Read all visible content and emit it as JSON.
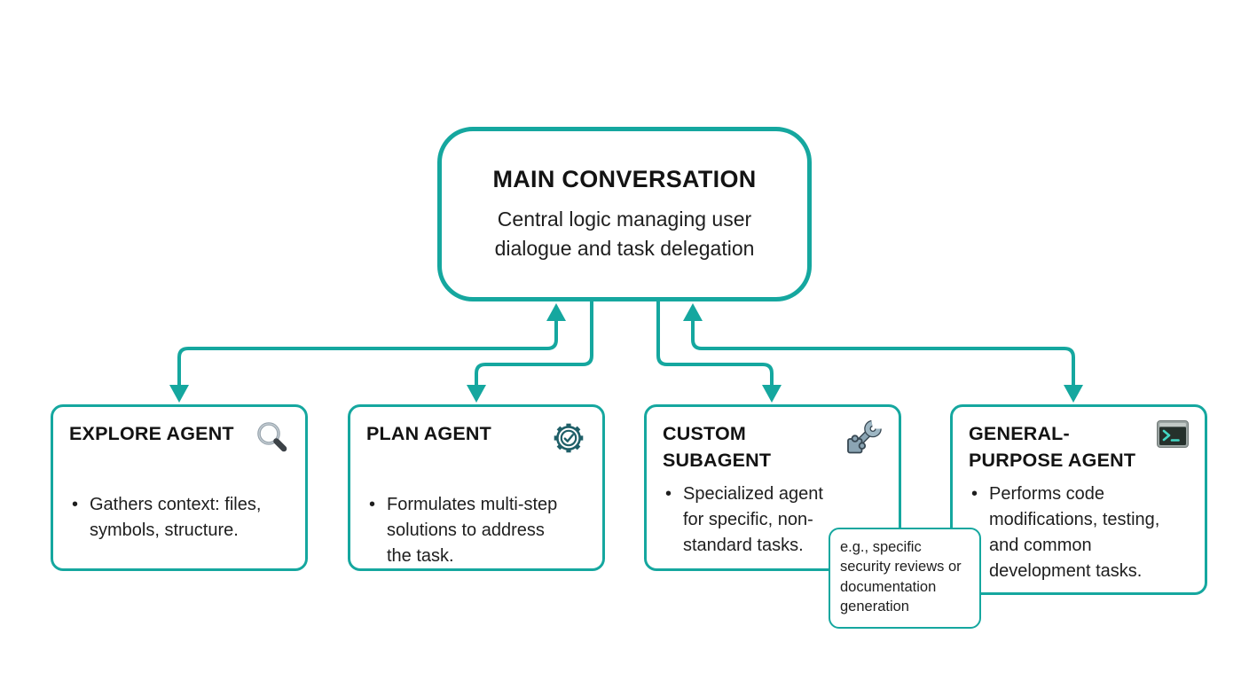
{
  "colors": {
    "accent": "#15a79f",
    "text": "#1b1b1b",
    "background": "#ffffff"
  },
  "main_node": {
    "title": "MAIN CONVERSATION",
    "subtitle": "Central logic managing user dialogue and task delegation"
  },
  "agents": [
    {
      "id": "explore-agent",
      "title": "EXPLORE AGENT",
      "icon": "magnifying-glass-icon",
      "bullets": [
        "Gathers context: files, symbols, structure."
      ]
    },
    {
      "id": "plan-agent",
      "title": "PLAN AGENT",
      "icon": "gear-check-icon",
      "bullets": [
        "Formulates multi-step solutions to address the task."
      ]
    },
    {
      "id": "custom-subagent",
      "title": "CUSTOM SUBAGENT",
      "icon": "puzzle-wrench-icon",
      "bullets": [
        "Specialized agent for specific, non-standard tasks."
      ]
    },
    {
      "id": "general-purpose-agent",
      "title": "GENERAL-PURPOSE AGENT",
      "icon": "terminal-icon",
      "bullets": [
        "Performs code modifications, testing, and common development tasks."
      ]
    }
  ],
  "note": {
    "text": "e.g., specific security reviews or documentation generation"
  },
  "connections": [
    {
      "from": "main-conversation",
      "to": "explore-agent",
      "direction": "bidirectional"
    },
    {
      "from": "main-conversation",
      "to": "plan-agent",
      "direction": "down"
    },
    {
      "from": "main-conversation",
      "to": "custom-subagent",
      "direction": "down"
    },
    {
      "from": "main-conversation",
      "to": "general-purpose-agent",
      "direction": "bidirectional"
    }
  ]
}
